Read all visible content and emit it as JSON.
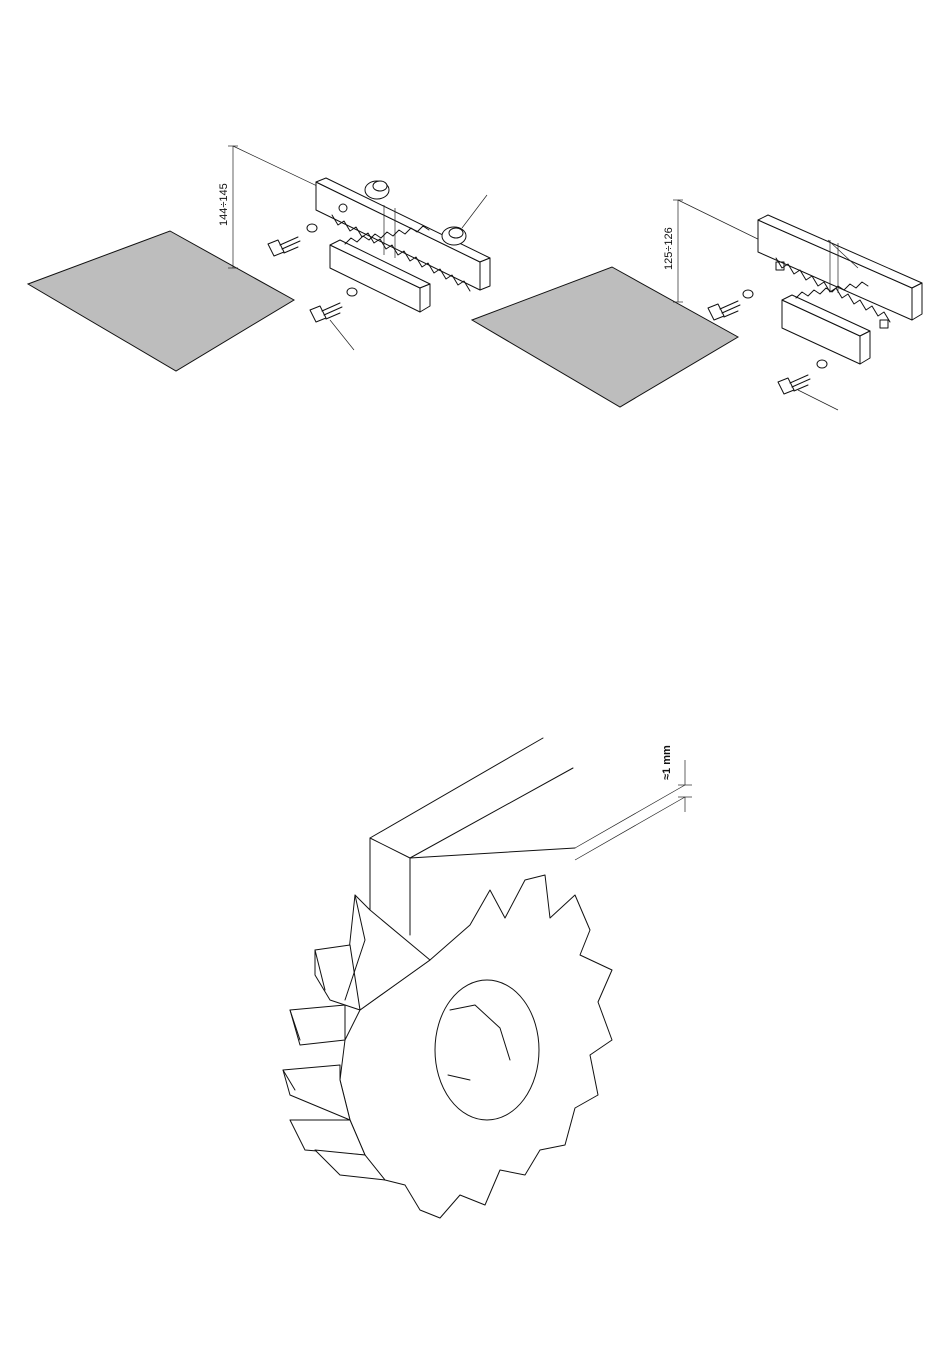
{
  "figure_left": {
    "dimension_label": "144÷145"
  },
  "figure_right": {
    "dimension_label": "125÷126"
  },
  "figure_bottom": {
    "gap_label": "≈1 mm"
  }
}
